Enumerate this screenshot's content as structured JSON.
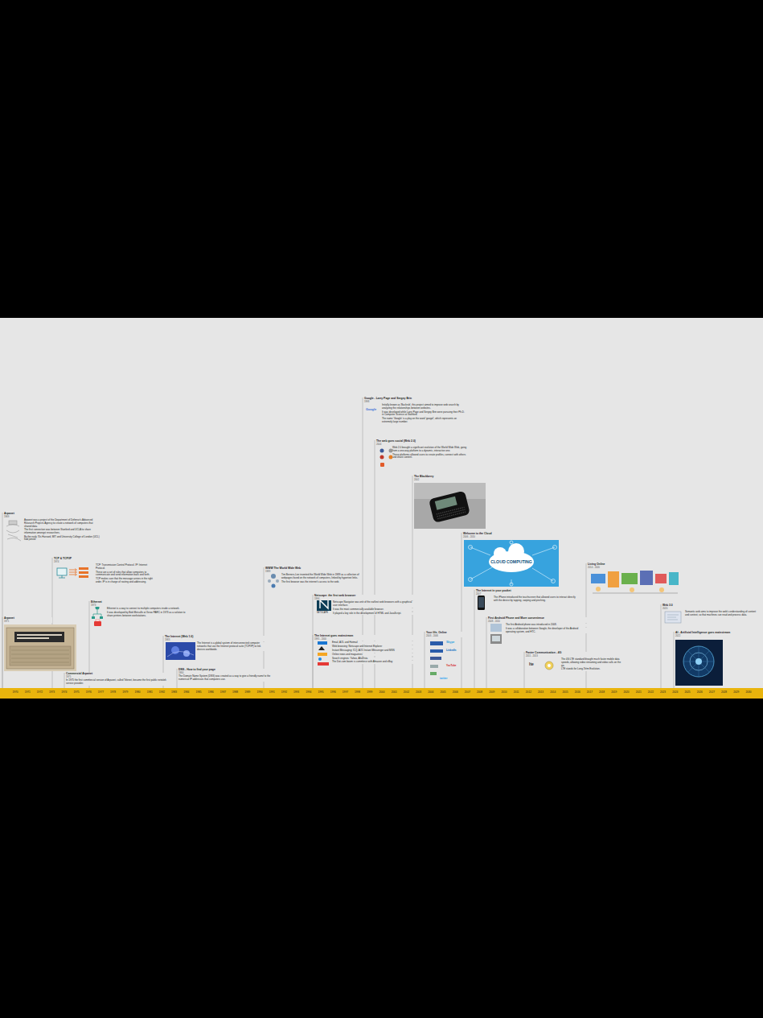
{
  "diagram": {
    "nodes": [
      {
        "text": [
          "Arpanet",
          "1969",
          "Arpanet was a project of the Department of Defense's Advanced Research Projects Agency to create a network of computers that shared data.",
          "The first connection was between Stanford and UCLA to share information amongst researchers.",
          "By the early 70s Harvard, MIT and University College of London (UCL) had joined."
        ]
      },
      {
        "text": [
          "Arpanet",
          "1971"
        ]
      },
      {
        "text": [
          "TCP & TCP/IP",
          "1974",
          "TCP: Transmission Control Protocol. IP: Internet Protocol.",
          "These are a set of rules that allow computers to communicate and send information back and forth.",
          "TCP makes sure that the message arrives in the right order. IP is in charge of routing and addressing."
        ]
      },
      {
        "text": [
          "Commercial Arpanet",
          "1975",
          "In 1975 the first commercial version of Arpanet, called Telenet, became the first public network service provider."
        ]
      },
      {
        "text": [
          "Ethernet",
          "1973",
          "Ethernet is a way to connect to multiple computers inside a network.",
          "It was developed by Bob Metcalfe at Xerox PARC in 1973 as a solution to share printers between workstations."
        ]
      },
      {
        "text": [
          "The Internet (Web 1.0)",
          "1983",
          "The Internet is a global system of interconnected computer networks that use the Internet protocol suite (TCP/IP) to link devices worldwide."
        ]
      },
      {
        "text": [
          "DNS - How to find your page",
          "1984",
          "The Domain Name System (DNS) was created as a way to give a friendly name to the numerical IP addresses that computers use."
        ]
      },
      {
        "text": [
          "WWW The World Wide Web",
          "1989",
          "Tim Berners-Lee invented the World Wide Web in 1989 as a collection of webpages found on the network of computers, linked by hypertext links.",
          "The first browser was the internet's access to the web."
        ]
      },
      {
        "text": [
          "Netscape: the first web browser",
          "1994",
          "Netscape Navigator was one of the earliest web browsers with a graphical user interface.",
          "It was the most commercially available browser.",
          "It played a key role in the development of HTML and JavaScript."
        ]
      },
      {
        "text": [
          "The Internet goes mainstream",
          "1995 - 2000",
          "Email, AOL and Hotmail",
          "Web browsing: Netscape and Internet Explorer",
          "Instant Messaging: ICQ, AOL Instant Messenger and MSN",
          "Online news and magazines",
          "Search engines: Yahoo, AltaVista",
          "The Dot-com boom: e-commerce with Amazon and eBay"
        ]
      },
      {
        "text": [
          "Google - Larry Page and Sergey Brin",
          "1998",
          "Initially known as 'Backrub', this project aimed to improve web search by analyzing the relationships between websites.",
          "It was developed while Larry Page and Sergey Brin were pursuing their Ph.D. in Computer Science at Stanford.",
          "The name 'Google' is a play on the word 'googol', which represents an extremely large number."
        ]
      },
      {
        "text": [
          "The web goes social (Web 2.0)",
          "2004",
          "Web 2.0 brought a significant evolution of the World Wide Web, going from a one-way platform to a dynamic, interactive one.",
          "These platforms allowed users to create profiles, connect with others and share content."
        ]
      },
      {
        "text": [
          "The Blackberry",
          "2002"
        ]
      },
      {
        "text": [
          "Your life, Online",
          "2003 - 2006"
        ]
      },
      {
        "text": [
          "Welcome to the Cloud",
          "2006 - 2010"
        ]
      },
      {
        "text": [
          "The Internet in your pocket",
          "2007",
          "The iPhone introduced the touchscreen that allowed users to interact directly with the device by tapping, swiping and pinching."
        ]
      },
      {
        "text": [
          "First Android Phone and More convenience",
          "2008 - 2010",
          "The first Android phone was introduced in 2008.",
          "It was a collaboration between Google, the developer of the Android operating system, and HTC."
        ]
      },
      {
        "text": [
          "Faster Communication - 4G",
          "2011 - 2013",
          "The 4G LTE standard brought much faster mobile data speeds, allowing video streaming and video calls on the go.",
          "LTE stands for Long-Term Evolution."
        ]
      },
      {
        "text": [
          "Living Online",
          "2014 - 2020"
        ]
      },
      {
        "text": [
          "Web 3.0",
          "2020",
          "Semantic web aims to improve the web's understanding of content and context, so that machines can read and process data."
        ]
      },
      {
        "text": [
          "AI - Artificial Intelligence goes mainstream",
          "2022"
        ]
      }
    ],
    "labels": [
      "1970",
      "1971",
      "1972",
      "1973",
      "1974",
      "1975",
      "1976",
      "1977",
      "1978",
      "1979",
      "1980",
      "1981",
      "1982",
      "1983",
      "1984",
      "1985",
      "1986",
      "1987",
      "1988",
      "1989",
      "1990",
      "1991",
      "1992",
      "1993",
      "1994",
      "1995",
      "1996",
      "1997",
      "1998",
      "1999",
      "2000",
      "2001",
      "2002",
      "2003",
      "2004",
      "2005",
      "2006",
      "2007",
      "2008",
      "2009",
      "2010",
      "2011",
      "2012",
      "2013",
      "2014",
      "2015",
      "2016",
      "2017",
      "2018",
      "2019",
      "2020",
      "2021",
      "2022",
      "2023",
      "2024",
      "2025",
      "2026",
      "2027",
      "2028",
      "2029",
      "2030",
      "NETSCAPE",
      "Google",
      "Skype",
      "LinkedIn",
      "YouTube",
      "twitter",
      "CLOUD COMPUTING",
      "lte"
    ]
  }
}
